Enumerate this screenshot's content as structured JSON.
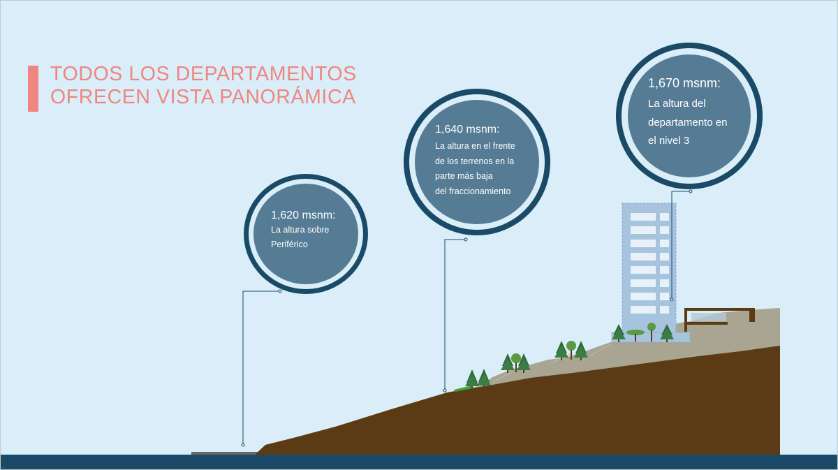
{
  "title": {
    "line1": "TODOS LOS DEPARTAMENTOS",
    "line2": "OFRECEN VISTA PANORÁMICA"
  },
  "callouts": [
    {
      "head": "1,620 msnm:",
      "lines": [
        "La altura sobre",
        "Periférico"
      ]
    },
    {
      "head": "1,640 msnm:",
      "lines": [
        "La altura en el frente",
        "de los terrenos en la",
        "parte más baja",
        "del fraccionamiento"
      ]
    },
    {
      "head": "1,670 msnm:",
      "lines": [
        "La altura del",
        "departamento en",
        "el nivel 3"
      ]
    }
  ],
  "colors": {
    "background": "#d9eef9",
    "accent": "#f08581",
    "bubble_outer": "#1a4a66",
    "bubble_core": "#567b95",
    "ground": "#5c3b14",
    "terrace": "#a8a593",
    "building": "#a6c4dd",
    "baseline": "#1a4a66"
  }
}
